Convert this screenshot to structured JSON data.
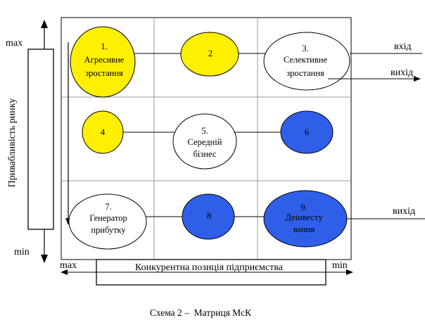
{
  "colors": {
    "yellow": "#ffef00",
    "blue": "#2f5fe8",
    "white": "#ffffff",
    "outline": "#000000",
    "grid_line": "#999999"
  },
  "y_axis": {
    "title": "Привабливість ринку",
    "max_label": "max",
    "min_label": "min"
  },
  "x_axis": {
    "title": "Конкурентна позиція підприємства",
    "max_label": "max",
    "min_label": "min"
  },
  "flows": {
    "in_label": "вхід",
    "out_label_1": "вихід",
    "out_label_2": "вихід"
  },
  "cells": [
    {
      "number": "1.",
      "lines": [
        "Агресивне",
        "зростання"
      ],
      "fill": "yellow"
    },
    {
      "number": "2",
      "lines": [],
      "fill": "yellow"
    },
    {
      "number": "3.",
      "lines": [
        "Селективне",
        "зростання"
      ],
      "fill": "white"
    },
    {
      "number": "4",
      "lines": [],
      "fill": "yellow"
    },
    {
      "number": "5.",
      "lines": [
        "Середній",
        "бізнес"
      ],
      "fill": "white"
    },
    {
      "number": "6",
      "lines": [],
      "fill": "blue"
    },
    {
      "number": "7.",
      "lines": [
        "Генератор",
        "прибутку"
      ],
      "fill": "white"
    },
    {
      "number": "8",
      "lines": [],
      "fill": "blue"
    },
    {
      "number": "9.",
      "lines": [
        "Деінвесту",
        "вання"
      ],
      "fill": "blue"
    }
  ],
  "caption": "Схема 2 –  Матриця МсК"
}
